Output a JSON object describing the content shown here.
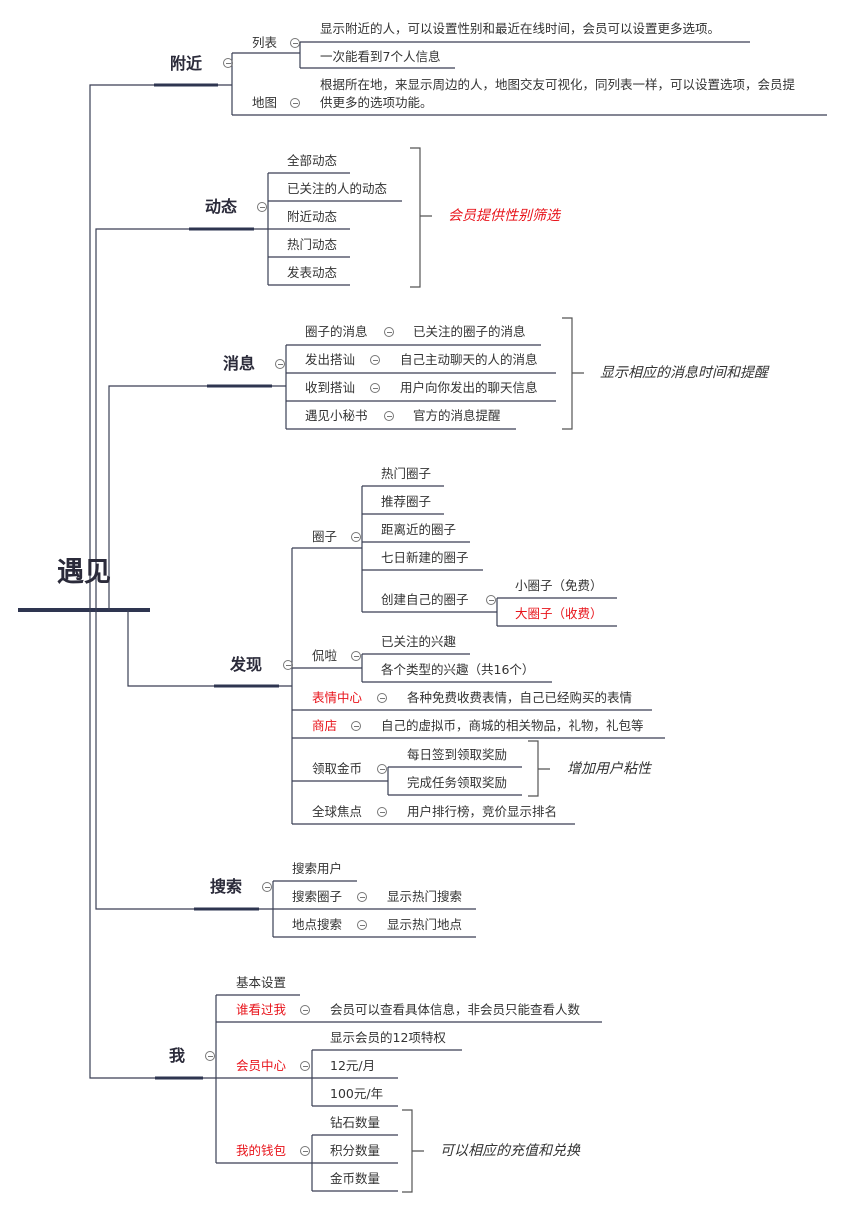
{
  "root": "遇见",
  "nearby": {
    "label": "附近",
    "list": {
      "label": "列表",
      "items": [
        "显示附近的人，可以设置性别和最近在线时间，会员可以设置更多选项。",
        "一次能看到7个人信息"
      ]
    },
    "map": {
      "label": "地图",
      "desc_line1": "根据所在地，来显示周边的人，地图交友可视化，同列表一样，可以设置选项，会员提",
      "desc_line2": "供更多的选项功能。"
    }
  },
  "feed": {
    "label": "动态",
    "items": [
      "全部动态",
      "已关注的人的动态",
      "附近动态",
      "热门动态",
      "发表动态"
    ],
    "note": "会员提供性别筛选"
  },
  "messages": {
    "label": "消息",
    "rows": [
      {
        "label": "圈子的消息",
        "desc": "已关注的圈子的消息"
      },
      {
        "label": "发出搭讪",
        "desc": "自己主动聊天的人的消息"
      },
      {
        "label": "收到搭讪",
        "desc": "用户向你发出的聊天信息"
      },
      {
        "label": "遇见小秘书",
        "desc": "官方的消息提醒"
      }
    ],
    "note": "显示相应的消息时间和提醒"
  },
  "discover": {
    "label": "发现",
    "circles": {
      "label": "圈子",
      "items": [
        "热门圈子",
        "推荐圈子",
        "距离近的圈子",
        "七日新建的圈子"
      ],
      "create": {
        "label": "创建自己的圈子",
        "small": "小圈子（免费）",
        "big": "大圈子（收费）"
      }
    },
    "chat": {
      "label": "侃啦",
      "items": [
        "已关注的兴趣",
        "各个类型的兴趣（共16个）"
      ]
    },
    "emoji": {
      "label": "表情中心",
      "desc": "各种免费收费表情，自己已经购买的表情"
    },
    "shop": {
      "label": "商店",
      "desc": "自己的虚拟币，商城的相关物品，礼物，礼包等"
    },
    "coins": {
      "label": "领取金币",
      "items": [
        "每日签到领取奖励",
        "完成任务领取奖励"
      ],
      "note": "增加用户粘性"
    },
    "focus": {
      "label": "全球焦点",
      "desc": "用户排行榜，竞价显示排名"
    }
  },
  "search": {
    "label": "搜索",
    "user": "搜索用户",
    "circle": {
      "label": "搜索圈子",
      "desc": "显示热门搜索"
    },
    "place": {
      "label": "地点搜索",
      "desc": "显示热门地点"
    }
  },
  "me": {
    "label": "我",
    "settings": "基本设置",
    "visitors": {
      "label": "谁看过我",
      "desc": "会员可以查看具体信息，非会员只能查看人数"
    },
    "vip": {
      "label": "会员中心",
      "items": [
        "显示会员的12项特权",
        "12元/月",
        "100元/年"
      ]
    },
    "wallet": {
      "label": "我的钱包",
      "items": [
        "钻石数量",
        "积分数量",
        "金币数量"
      ],
      "note": "可以相应的充值和兑换"
    }
  }
}
